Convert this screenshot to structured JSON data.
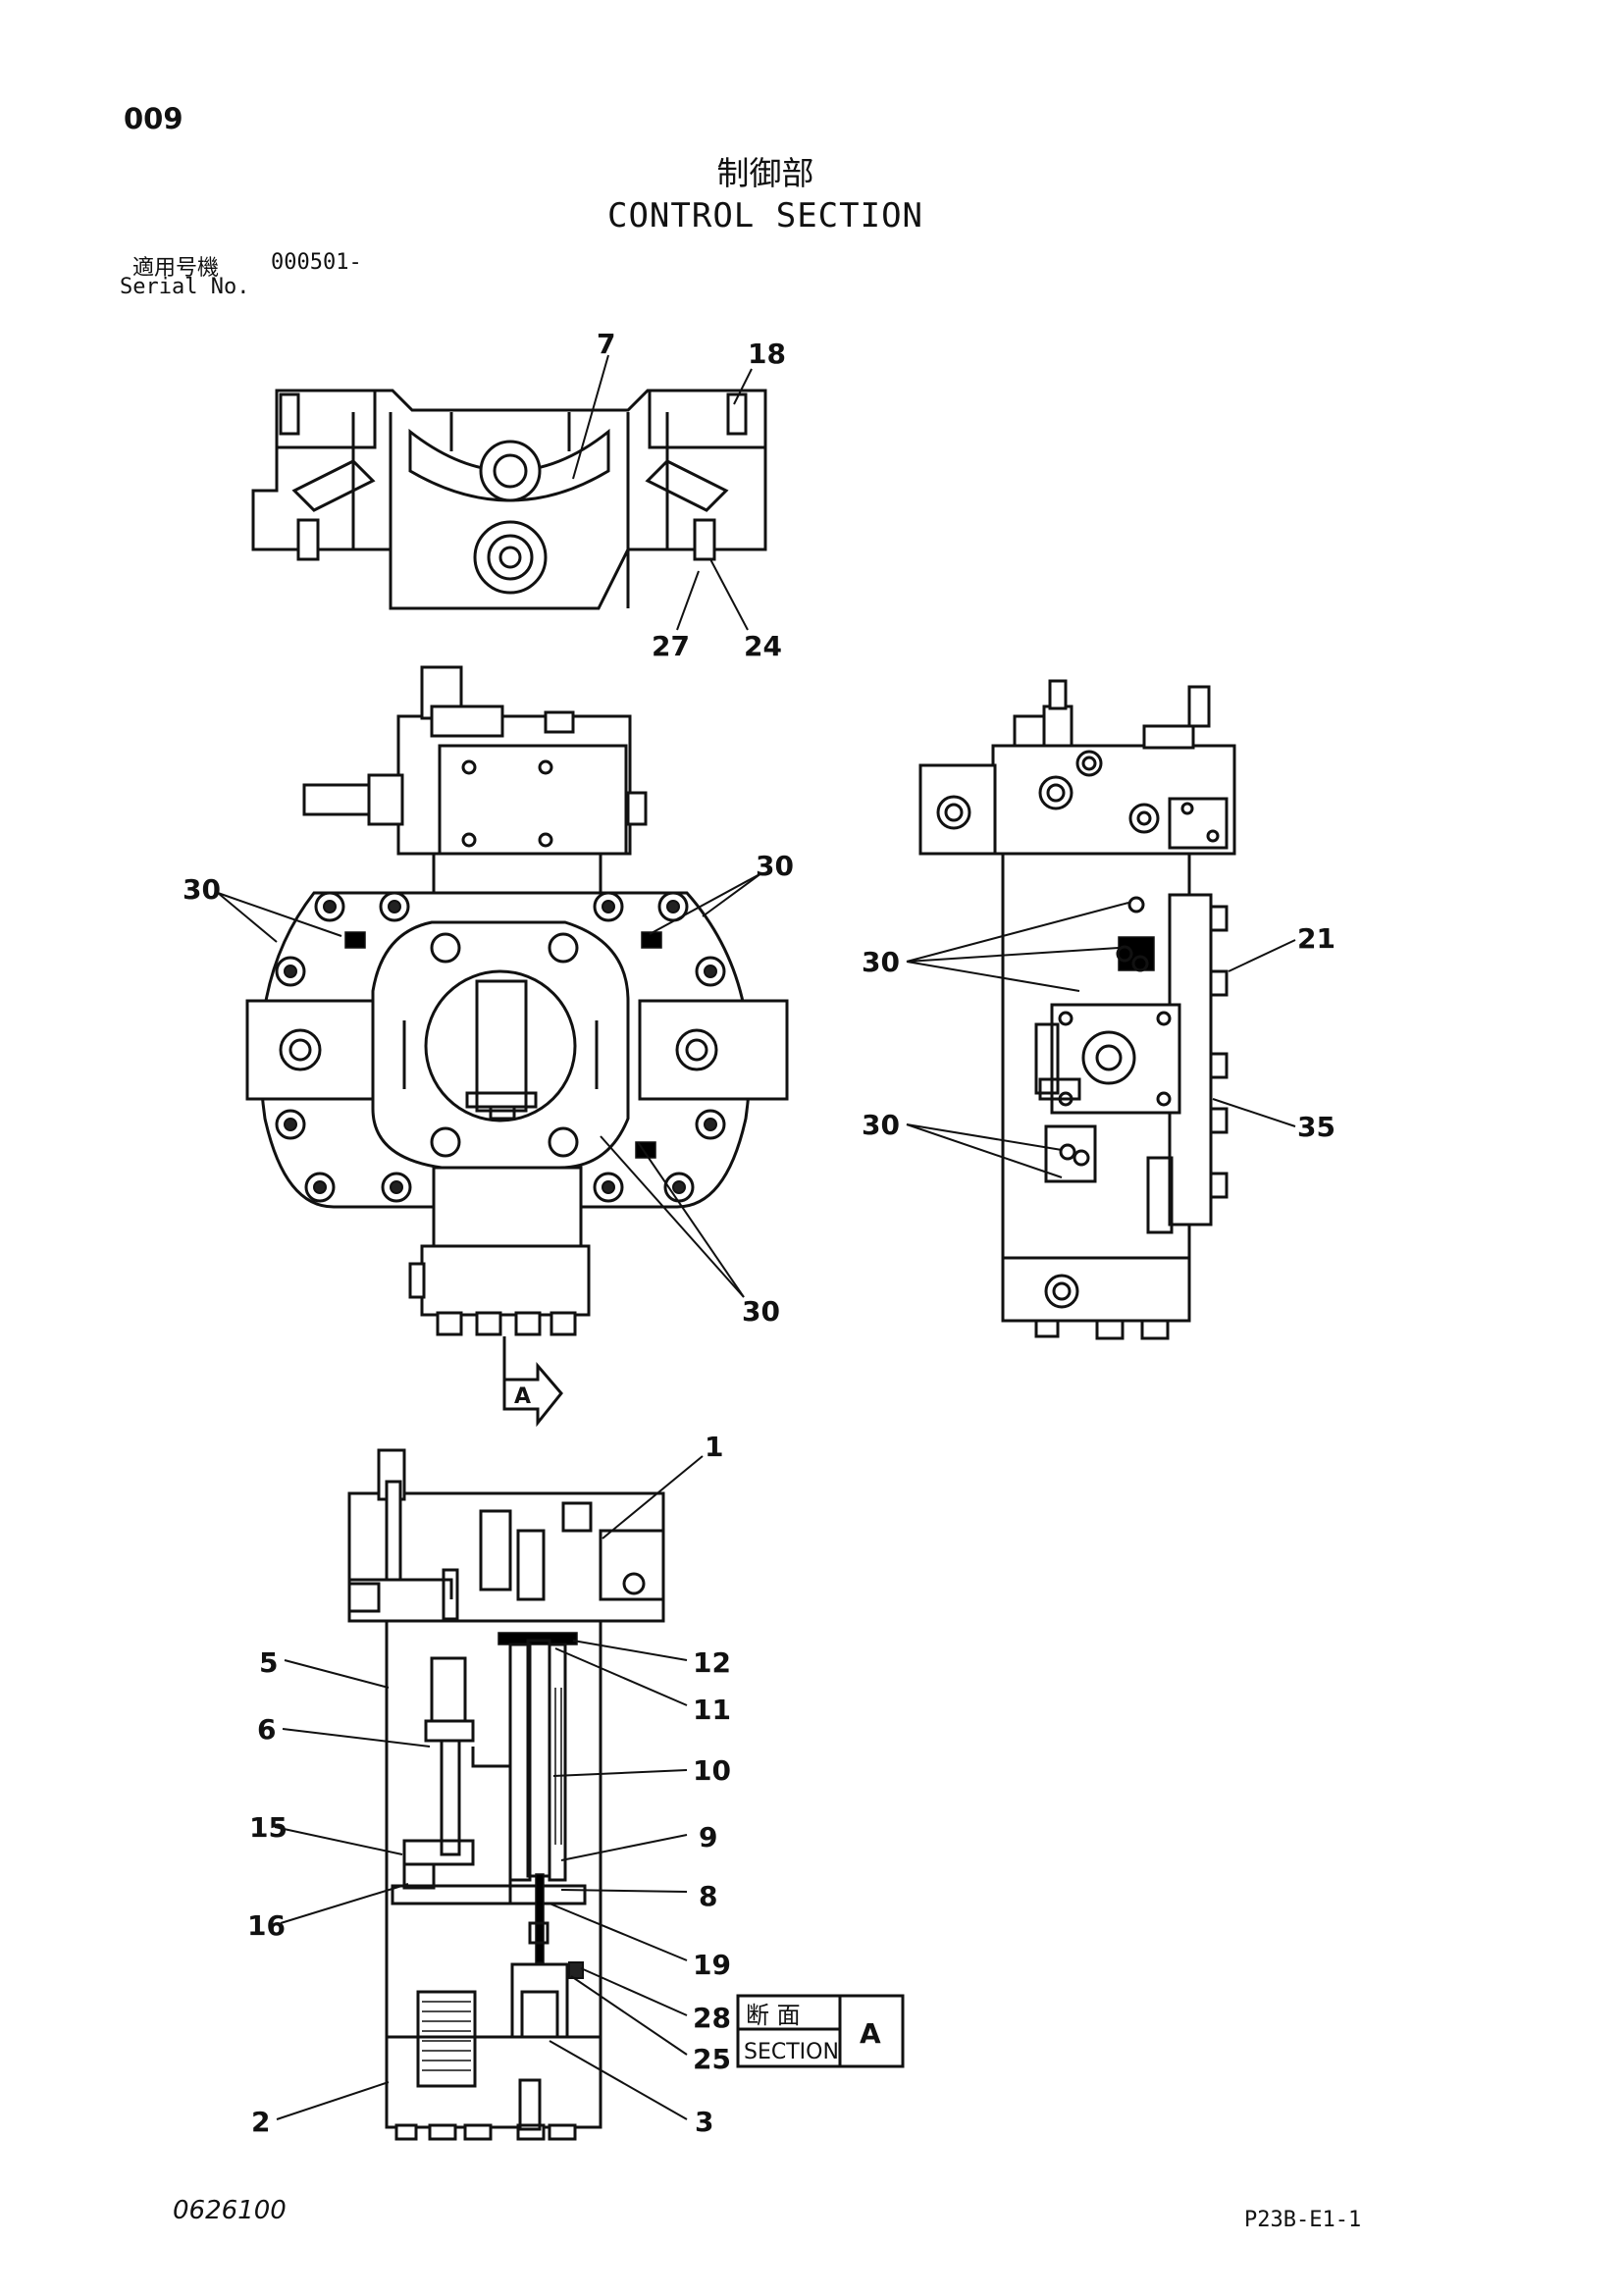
{
  "header": {
    "page_number": "009",
    "title_ja": "制御部",
    "title_en": "CONTROL SECTION",
    "serial_label_ja": "適用号機",
    "serial_value": "000501-",
    "serial_label_en": "Serial No."
  },
  "views": {
    "top_view": {
      "callouts": [
        "7",
        "18",
        "27",
        "24"
      ]
    },
    "front_view": {
      "callouts": [
        "30",
        "30",
        "30"
      ],
      "view_arrow": "A"
    },
    "side_view": {
      "callouts": [
        "30",
        "21",
        "30",
        "35"
      ]
    },
    "section_view": {
      "callouts": [
        "1",
        "5",
        "12",
        "11",
        "6",
        "10",
        "15",
        "9",
        "8",
        "16",
        "19",
        "28",
        "25",
        "2",
        "3"
      ],
      "section_box": {
        "ja": "断  面",
        "en": "SECTION",
        "id": "A"
      }
    }
  },
  "footer": {
    "drawing_code": "0626100",
    "sheet_code": "P23B-E1-1"
  }
}
